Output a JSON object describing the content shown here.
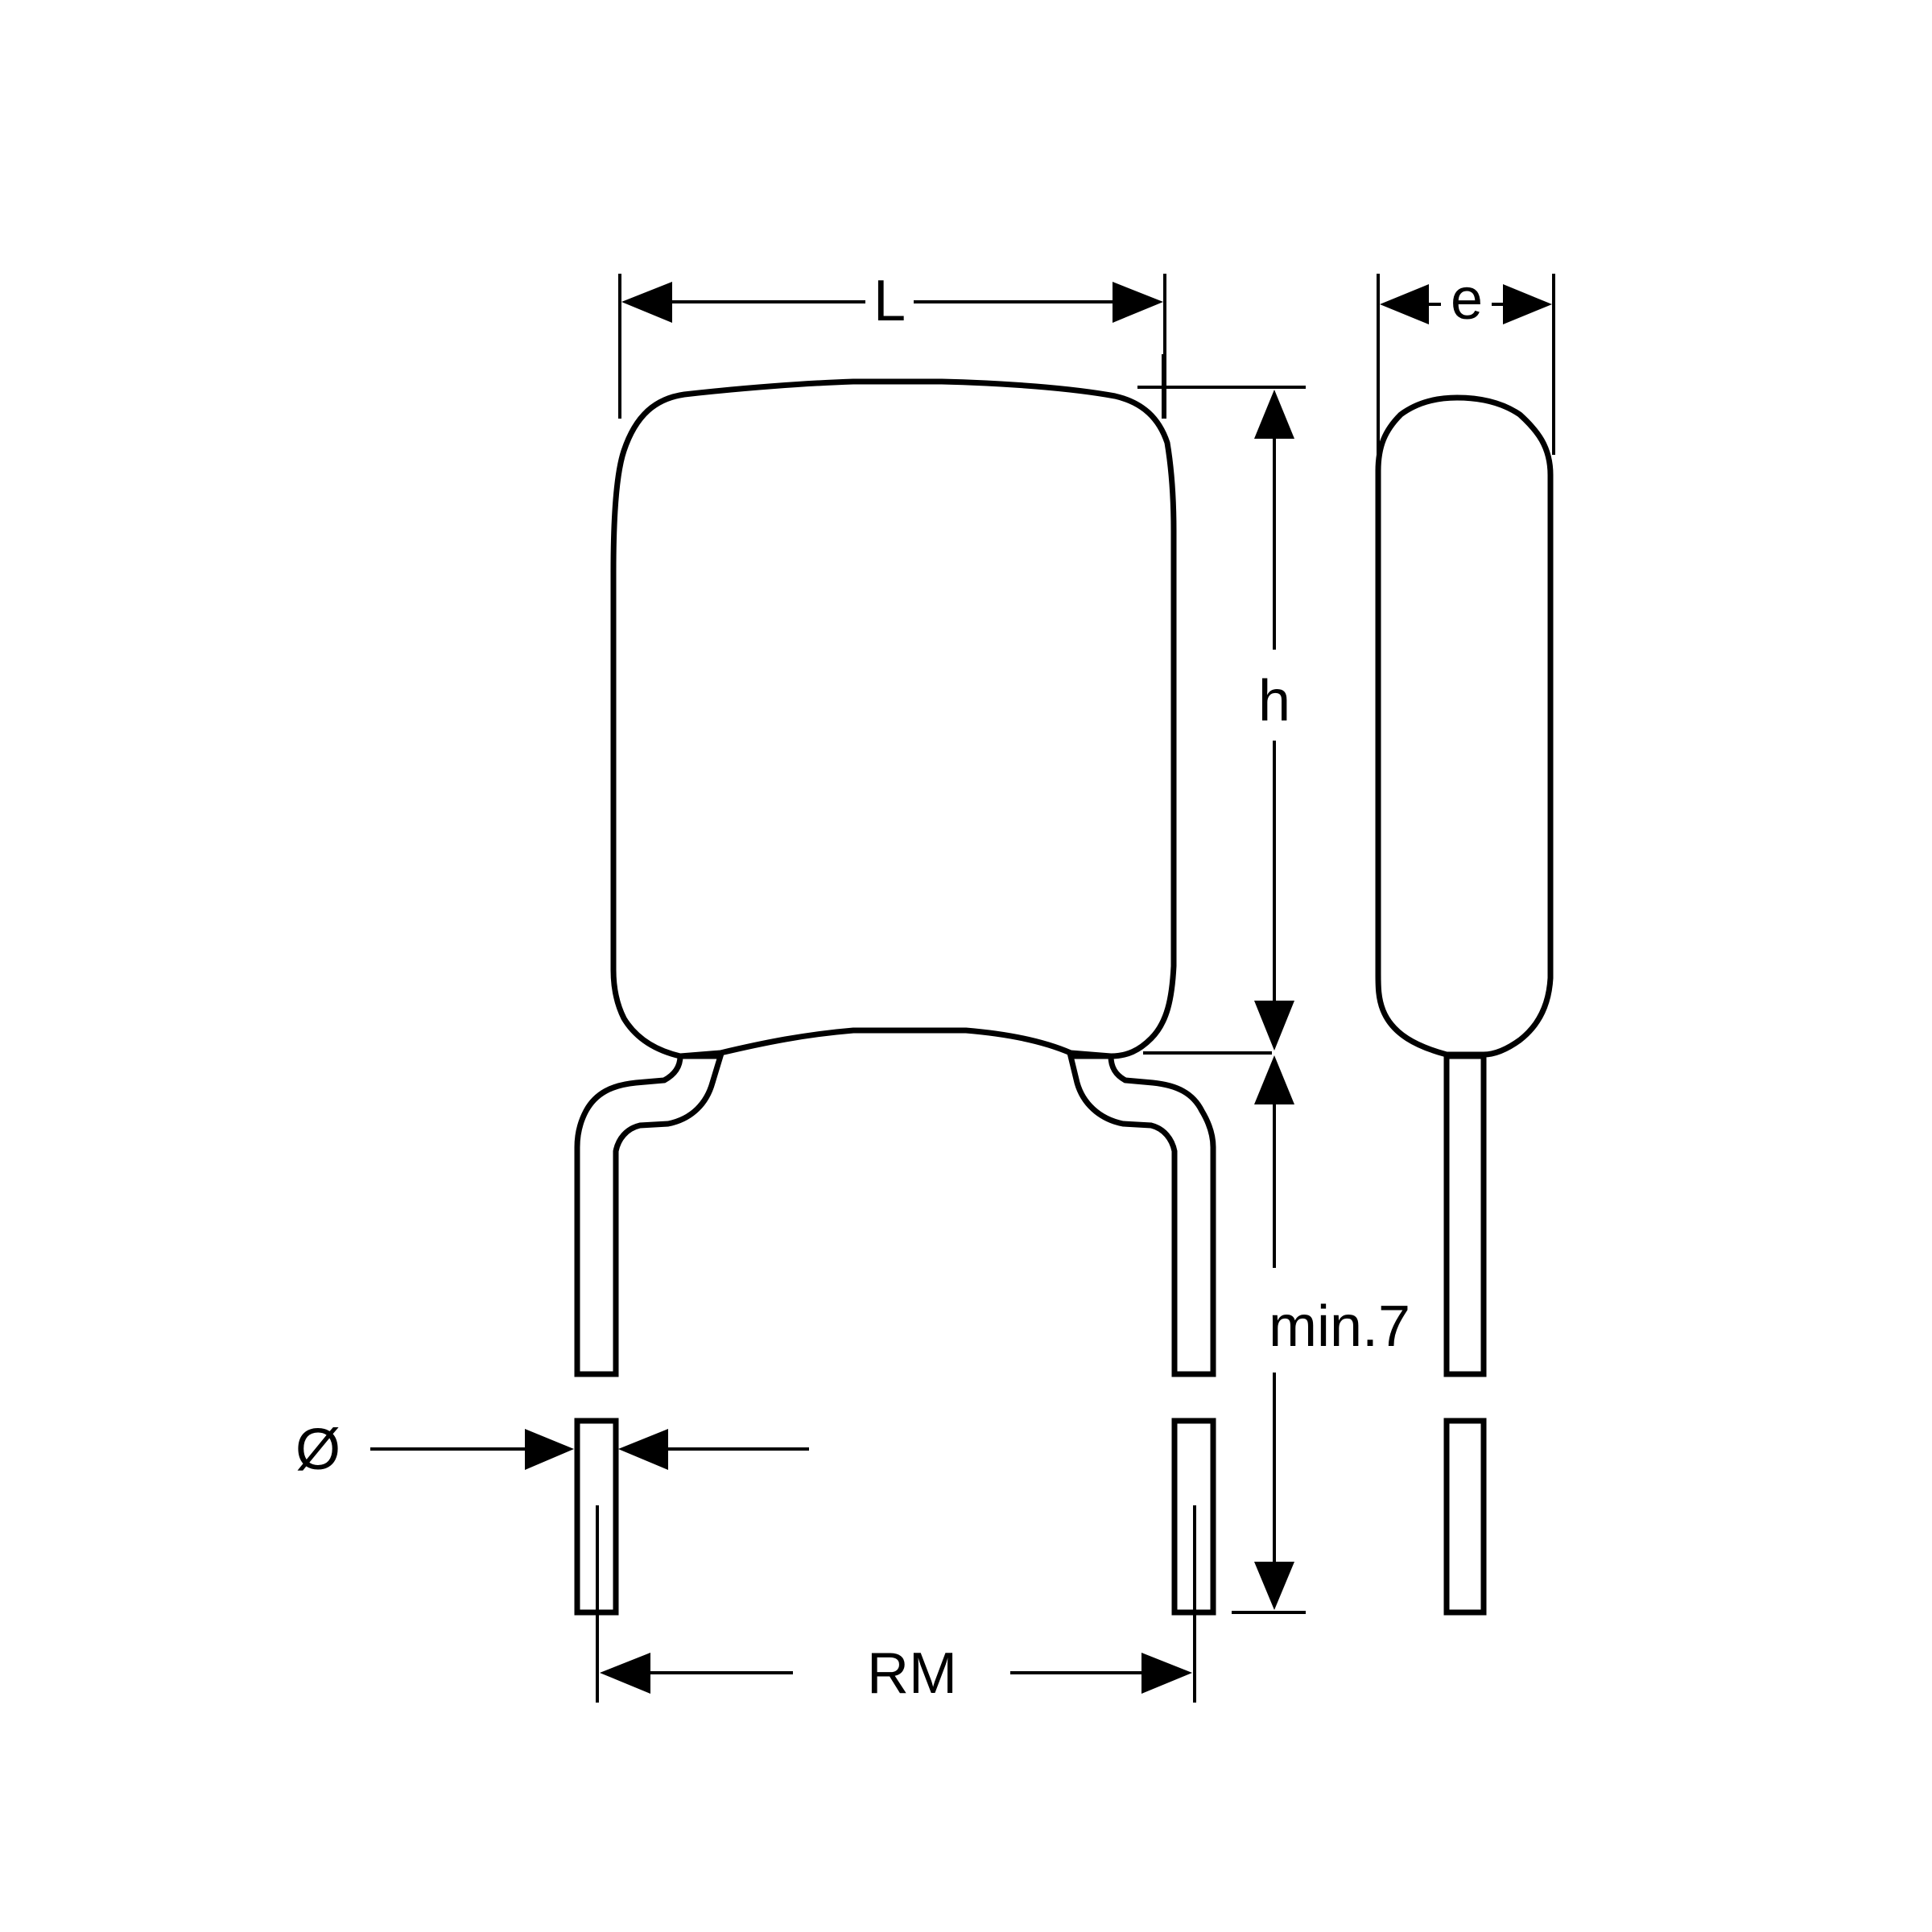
{
  "diagram": {
    "subject": "Radial leaded capacitor dimension drawing",
    "views": [
      "front view",
      "side view"
    ],
    "colors": {
      "line": "#000000",
      "background": "#ffffff"
    },
    "labels": {
      "length": "L",
      "thickness": "e",
      "height": "h",
      "lead_length": "min.7",
      "lead_diameter": "Ø",
      "lead_spacing": "RM"
    }
  }
}
